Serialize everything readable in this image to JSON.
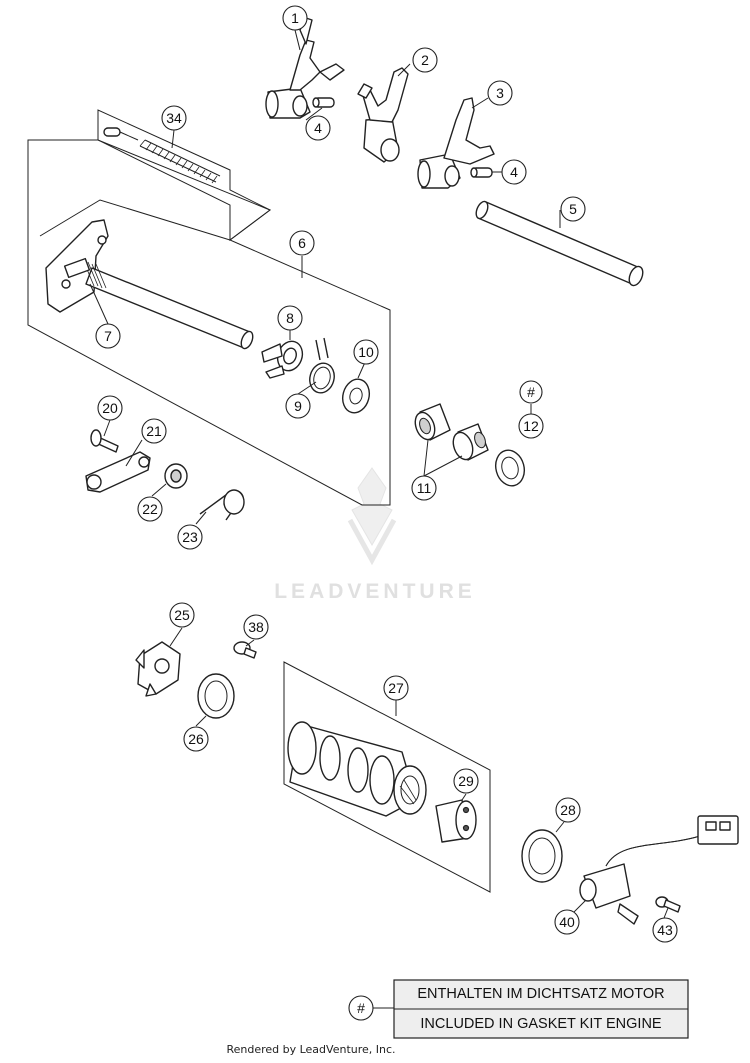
{
  "watermark": {
    "text": "LEADVENTURE"
  },
  "callouts": {
    "c1": "1",
    "c2": "2",
    "c3": "3",
    "c4a": "4",
    "c4b": "4",
    "c5": "5",
    "c6": "6",
    "c7": "7",
    "c8": "8",
    "c9": "9",
    "c10": "10",
    "c11": "11",
    "c12": "12",
    "c12_mark": "#",
    "c20": "20",
    "c21": "21",
    "c22": "22",
    "c23": "23",
    "c25": "25",
    "c26": "26",
    "c27": "27",
    "c28": "28",
    "c29": "29",
    "c34": "34",
    "c38": "38",
    "c40": "40",
    "c43": "43"
  },
  "legend": {
    "symbol": "#",
    "line1": "ENTHALTEN IM DICHTSATZ MOTOR",
    "line2": "INCLUDED IN GASKET KIT ENGINE"
  },
  "footer": {
    "text": "Rendered by LeadVenture, Inc."
  }
}
